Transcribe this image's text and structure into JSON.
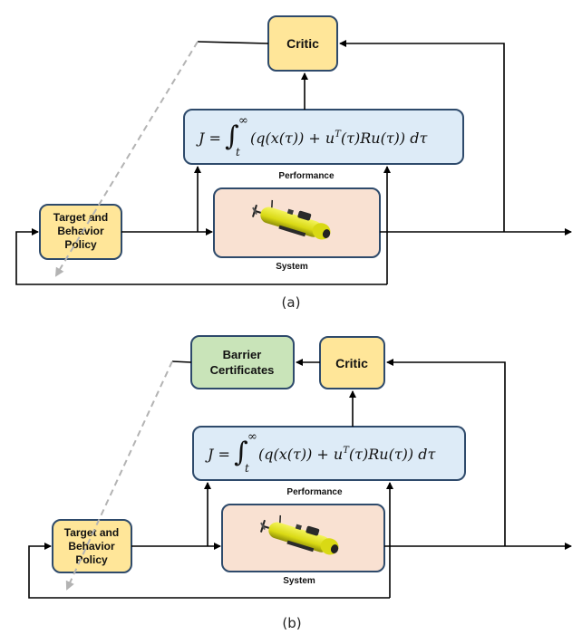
{
  "diagrams": [
    {
      "caption": "(a)",
      "critic_label": "Critic",
      "policy_label": [
        "Target and",
        "Behavior",
        "Policy"
      ],
      "performance_label": "Performance",
      "system_label": "System",
      "equation": {
        "lhs": "J =",
        "upper_limit": "∞",
        "lower_limit": "t",
        "body": "(q(x(τ)) + u",
        "sup": "T",
        "body2": "(τ)Ru(τ)) dτ"
      }
    },
    {
      "caption": "(b)",
      "critic_label": "Critic",
      "barrier_label": [
        "Barrier",
        "Certificates"
      ],
      "policy_label": [
        "Target and",
        "Behavior",
        "Policy"
      ],
      "performance_label": "Performance",
      "system_label": "System",
      "equation": {
        "lhs": "J =",
        "upper_limit": "∞",
        "lower_limit": "t",
        "body": "(q(x(τ)) + u",
        "sup": "T",
        "body2": "(τ)Ru(τ)) dτ"
      }
    }
  ],
  "colors": {
    "critic_fill": "#FFE699",
    "critic_stroke": "#2F4F6F",
    "barrier_fill": "#C9E4B9",
    "equation_fill": "#DDEBF7",
    "system_fill": "#F9E1D2",
    "box_stroke": "#2E4A6B",
    "arrow": "#000000",
    "dashed_arrow": "#B3B3B3",
    "sub_body": "#E3E318"
  }
}
